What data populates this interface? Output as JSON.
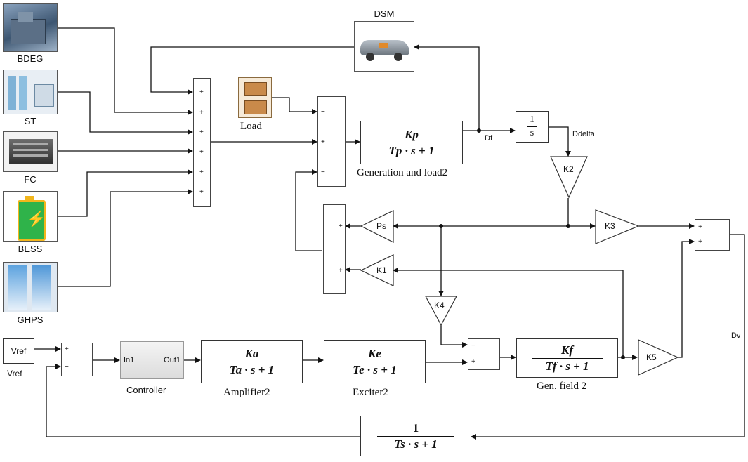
{
  "sources": [
    {
      "label": "BDEG"
    },
    {
      "label": "ST"
    },
    {
      "label": "FC"
    },
    {
      "label": "BESS"
    },
    {
      "label": "GHPS"
    }
  ],
  "dsm": {
    "label": "DSM"
  },
  "load": {
    "label": "Load"
  },
  "gen_load": {
    "num": "Kp",
    "den": "Tp · s + 1",
    "caption": "Generation and load2"
  },
  "integrator": {
    "num": "1",
    "den": "s"
  },
  "signals": {
    "df": "Df",
    "ddelta": "Ddelta",
    "dv": "Dv"
  },
  "gains": {
    "k1": "K1",
    "k2": "K2",
    "k3": "K3",
    "k4": "K4",
    "k5": "K5",
    "ps": "Ps"
  },
  "vref": {
    "block": "Vref",
    "caption": "Vref"
  },
  "controller": {
    "in": "In1",
    "out": "Out1",
    "caption": "Controller"
  },
  "amplifier": {
    "num": "Ka",
    "den": "Ta · s + 1",
    "caption": "Amplifier2"
  },
  "exciter": {
    "num": "Ke",
    "den": "Te · s + 1",
    "caption": "Exciter2"
  },
  "gen_field": {
    "num": "Kf",
    "den": "Tf · s + 1",
    "caption": "Gen. field 2"
  },
  "sensor": {
    "num": "1",
    "den": "Ts · s + 1"
  },
  "signs": {
    "plus": "+",
    "minus": "−"
  }
}
